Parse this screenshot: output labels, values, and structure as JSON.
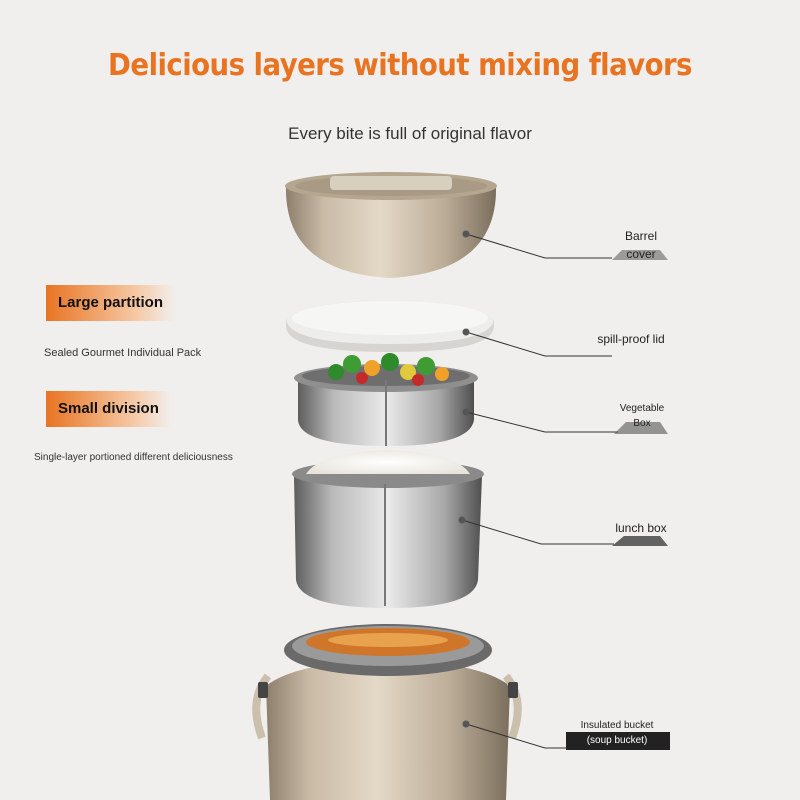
{
  "header": {
    "title": "Delicious layers without mixing flavors",
    "subtitle": "Every bite is full of original flavor"
  },
  "features": [
    {
      "label": "Large partition",
      "description": "Sealed Gourmet Individual Pack"
    },
    {
      "label": "Small division",
      "description": "Single-layer portioned different deliciousness"
    }
  ],
  "callouts": [
    {
      "line1": "Barrel",
      "line2": "cover"
    },
    {
      "line1": "spill-proof lid",
      "line2": ""
    },
    {
      "line1": "Vegetable",
      "line2": "Box"
    },
    {
      "line1": "lunch box",
      "line2": ""
    },
    {
      "line1": "Insulated bucket",
      "line2": "(soup bucket)"
    }
  ],
  "colors": {
    "accent": "#e87422",
    "background": "#f1efed",
    "steel": "#c8b9a3",
    "text": "#222222"
  },
  "icons": {
    "callout_dot": "dot-marker"
  }
}
